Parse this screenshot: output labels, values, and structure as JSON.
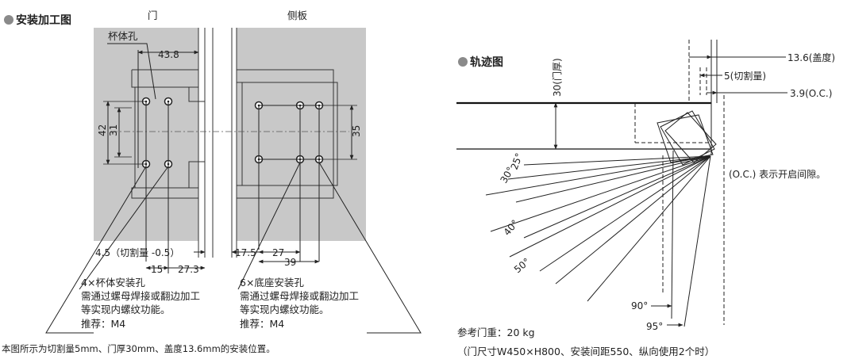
{
  "left": {
    "section_title": "安装加工图",
    "door_label": "门",
    "side_panel_label": "侧板",
    "cup_hole_label": "杯体孔",
    "dims": {
      "d43_8": "43.8",
      "d42": "42",
      "d31": "31",
      "d35": "35",
      "d4_5": "4.5（切割量 -0.5）",
      "d15": "15",
      "d27_3": "27.3",
      "d17_5": "17.5",
      "d27": "27",
      "d39": "39"
    },
    "cup_note": [
      "4×杯体安装孔",
      "需通过螺母焊接或翻边加工",
      "等实现内螺纹功能。",
      "推荐：M4"
    ],
    "base_note": [
      "6×底座安装孔",
      "需通过螺母焊接或翻边加工",
      "等实现内螺纹功能。",
      "推荐：M4"
    ],
    "footer": "本图所示为切割量5mm、门厚30mm、盖度13.6mm的安装位置。"
  },
  "right": {
    "section_title": "轨迹图",
    "door_thickness": "30(门厚)",
    "overlay": "13.6(盖度)",
    "cut": "5(切割量)",
    "oc": "3.9(O.C.)",
    "oc_note": "(O.C.) 表示开启间隙。",
    "angles": [
      "25°",
      "30°",
      "40°",
      "50°",
      "90°",
      "95°"
    ],
    "ref_weight": "参考门重：20 kg",
    "ref_note": "（门尺寸W450×H800、安装间距550、纵向使用2个时）"
  }
}
